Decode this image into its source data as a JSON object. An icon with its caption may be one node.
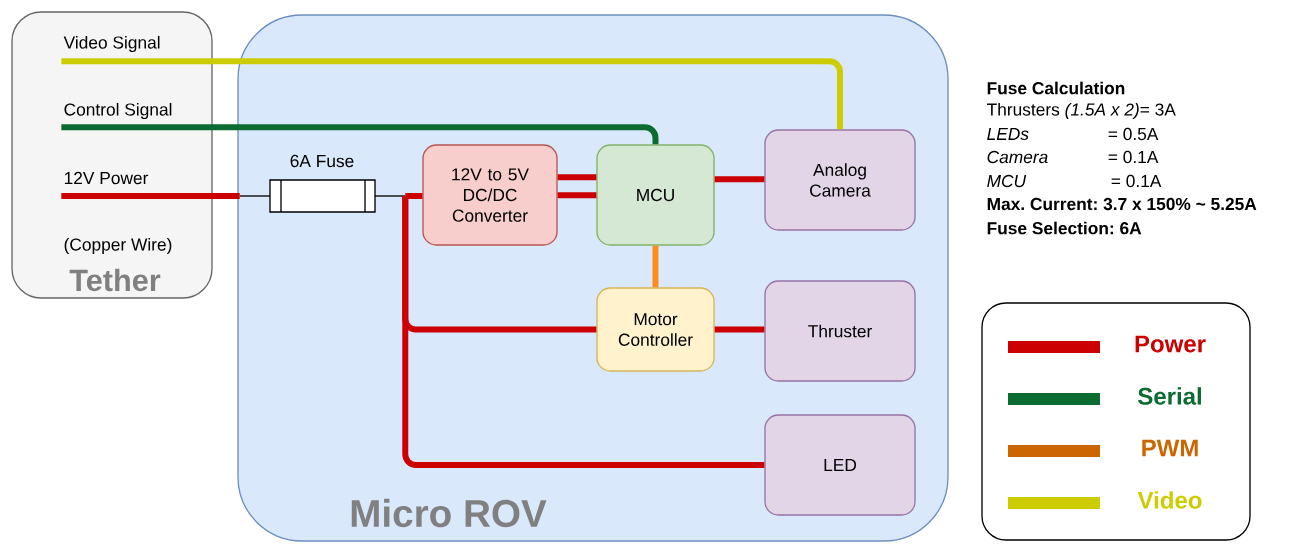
{
  "diagram": {
    "nodes": [
      {
        "text": [
          "(Copper Wire)",
          "Tether"
        ]
      },
      {
        "text": [
          "Micro ROV"
        ]
      },
      {
        "text": [
          "6A Fuse"
        ],
        "in": 1
      },
      {
        "text": [
          "12V to 5V DC/DC Converter"
        ],
        "in": 1
      },
      {
        "text": [
          "MCU"
        ],
        "in": 1
      },
      {
        "text": [
          "Analog Camera"
        ],
        "in": 1
      },
      {
        "text": [
          "Motor Controller"
        ],
        "in": 1
      },
      {
        "text": [
          "Thruster"
        ],
        "in": 1
      },
      {
        "text": [
          "LED"
        ],
        "in": 1
      }
    ],
    "edges": [
      {
        "from": 0,
        "to": 5,
        "arrow": "none",
        "label": "Video Signal",
        "color": "#cccc00"
      },
      {
        "from": 0,
        "to": 4,
        "arrow": "none",
        "label": "Control Signal",
        "color": "#0b6b31"
      },
      {
        "from": 0,
        "to": 2,
        "arrow": "none",
        "label": "12V Power"
      },
      {
        "from": 2,
        "to": 3,
        "arrow": "none"
      },
      {
        "from": 3,
        "to": 4,
        "arrow": "none"
      },
      {
        "from": 3,
        "to": 4,
        "arrow": "none"
      },
      {
        "from": 4,
        "to": 5,
        "arrow": "none"
      },
      {
        "from": 4,
        "to": 6,
        "arrow": "none",
        "color": "#ff8c1a"
      },
      {
        "from": 2,
        "to": 6,
        "arrow": "none"
      },
      {
        "from": 6,
        "to": 7,
        "arrow": "none"
      },
      {
        "from": 2,
        "to": 8,
        "arrow": "none"
      }
    ],
    "labels": [
      "Fuse Calculation",
      "Thrusters *(1.5A x 2)*= 3A",
      "LEDs",
      "= 0.5A",
      "Camera",
      "= 0.1A",
      "MCU",
      "= 0.1A",
      "Max. Current: 3.7 x 150% ~ 5.25A",
      "Fuse Selection: 6A"
    ],
    "legend": [
      {
        "text": "Power",
        "color": "#cc0000"
      },
      {
        "text": "Serial",
        "color": "#0b6b31"
      },
      {
        "text": "PWM",
        "color": "#cc6600"
      },
      {
        "text": "Video",
        "color": "#cccc00"
      }
    ]
  }
}
